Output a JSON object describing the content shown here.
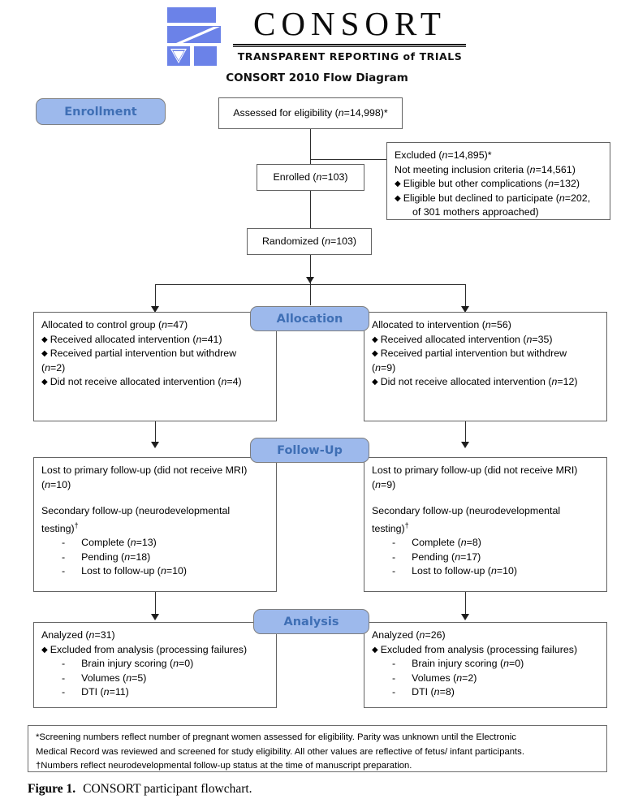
{
  "header": {
    "logo_word": "CONSORT",
    "tagline": "TRANSPARENT REPORTING of TRIALS",
    "diagram_title": "CONSORT 2010 Flow Diagram",
    "logo_color": "#6b82e8"
  },
  "badges": {
    "enrollment": "Enrollment",
    "allocation": "Allocation",
    "followup": "Follow-Up",
    "analysis": "Analysis",
    "fill": "#9db9ec",
    "text_color": "#3f6fb5"
  },
  "boxes": {
    "assessed": {
      "text": "Assessed for eligibility (n=14,998)*"
    },
    "enrolled": {
      "text": "Enrolled (n=103)"
    },
    "randomized": {
      "text": "Randomized (n=103)"
    },
    "excluded": {
      "line1": "Excluded (n=14,895)*",
      "line2": "Not meeting inclusion criteria (n=14,561)",
      "bullet1": "Eligible but other complications (n=132)",
      "bullet2": "Eligible but declined to participate (n=202,",
      "bullet2_cont": "of 301 mothers approached)"
    },
    "alloc_left": {
      "line1": "Allocated to control group (n=47)",
      "bullet1": "Received allocated intervention (n=41)",
      "bullet2": "Received partial intervention but withdrew",
      "bullet2_cont": "(n=2)",
      "bullet3": "Did not receive allocated intervention (n=4)"
    },
    "alloc_right": {
      "line1": "Allocated to intervention (n=56)",
      "bullet1": "Received allocated intervention (n=35)",
      "bullet2": "Received partial intervention but withdrew",
      "bullet2_cont": "(n=9)",
      "bullet3": "Did not receive allocated intervention (n=12)"
    },
    "follow_left": {
      "line1": "Lost to primary follow-up (did not receive MRI)",
      "line2": "(n=10)",
      "line3": "Secondary follow-up (neurodevelopmental",
      "line4": "testing)",
      "dagger": "†",
      "dash1": "Complete (n=13)",
      "dash2": "Pending (n=18)",
      "dash3": "Lost to follow-up (n=10)"
    },
    "follow_right": {
      "line1": "Lost to primary follow-up (did not receive MRI)",
      "line2": "(n=9)",
      "line3": "Secondary follow-up (neurodevelopmental",
      "line4": "testing)",
      "dagger": "†",
      "dash1": "Complete (n=8)",
      "dash2": "Pending (n=17)",
      "dash3": "Lost to follow-up (n=10)"
    },
    "analysis_left": {
      "line1": "Analyzed (n=31)",
      "bullet1": "Excluded from analysis (processing failures)",
      "dash1": "Brain injury scoring (n=0)",
      "dash2": "Volumes (n=5)",
      "dash3": "DTI (n=11)"
    },
    "analysis_right": {
      "line1": "Analyzed (n=26)",
      "bullet1": "Excluded from analysis (processing failures)",
      "dash1": "Brain injury scoring (n=0)",
      "dash2": "Volumes (n=2)",
      "dash3": "DTI (n=8)"
    }
  },
  "footnote": {
    "star": "*",
    "line1": "Screening numbers reflect number of pregnant women assessed for eligibility. Parity was unknown until the Electronic",
    "line2": "Medical Record was reviewed and screened for study eligibility. All other values are reflective of fetus/ infant participants.",
    "dagger": "†",
    "line3": "Numbers reflect neurodevelopmental follow-up status at the time of manuscript preparation."
  },
  "caption": {
    "label": "Figure 1.",
    "text": "CONSORT participant flowchart."
  }
}
